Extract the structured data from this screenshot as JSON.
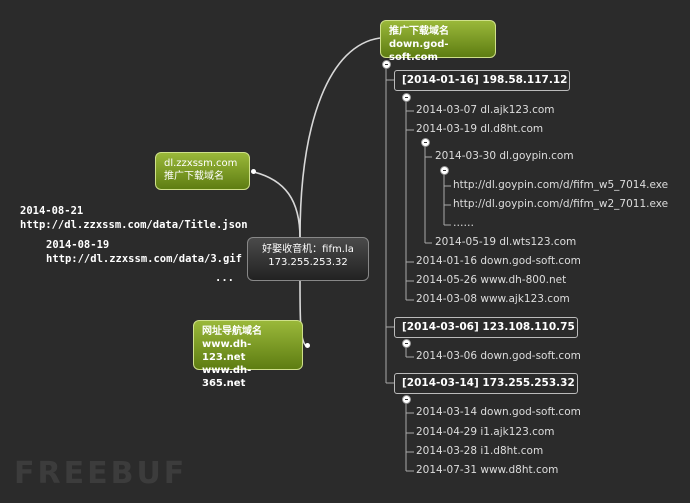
{
  "center": {
    "line1": "好娶收音机：fifm.la",
    "line2": "173.255.253.32"
  },
  "top_node": {
    "line1": "推广下载域名",
    "line2": "down.god-soft.com"
  },
  "left_node": {
    "line1": "dl.zzxssm.com",
    "line2": "推广下载域名"
  },
  "bottom_node": {
    "line1": "网址导航域名",
    "line2": "www.dh-123.net",
    "line3": "www.dh-365.net"
  },
  "notes": {
    "n1_date": "2014-08-21",
    "n1_url": "http://dl.zzxssm.com/data/Title.json",
    "n2_date": "2014-08-19",
    "n2_url": "http://dl.zzxssm.com/data/3.gif",
    "more": "..."
  },
  "ip1": {
    "label": "[2014-01-16] 198.58.117.12",
    "items": [
      "2014-03-07 dl.ajk123.com",
      "2014-03-19 dl.d8ht.com"
    ],
    "sub": {
      "label": "2014-03-30 dl.goypin.com",
      "urls": [
        "http://dl.goypin.com/d/fifm_w5_7014.exe",
        "http://dl.goypin.com/d/fifm_w2_7011.exe",
        "……"
      ]
    },
    "items2": [
      "2014-05-19 dl.wts123.com",
      "2014-01-16 down.god-soft.com",
      "2014-05-26 www.dh-800.net",
      "2014-03-08 www.ajk123.com"
    ]
  },
  "ip2": {
    "label": "[2014-03-06] 123.108.110.75",
    "items": [
      "2014-03-06 down.god-soft.com"
    ]
  },
  "ip3": {
    "label": "[2014-03-14] 173.255.253.32",
    "items": [
      "2014-03-14 down.god-soft.com",
      "2014-04-29 i1.ajk123.com",
      "2014-03-28 i1.d8ht.com",
      "2014-07-31 www.d8ht.com"
    ]
  },
  "watermark": "FREEBUF"
}
